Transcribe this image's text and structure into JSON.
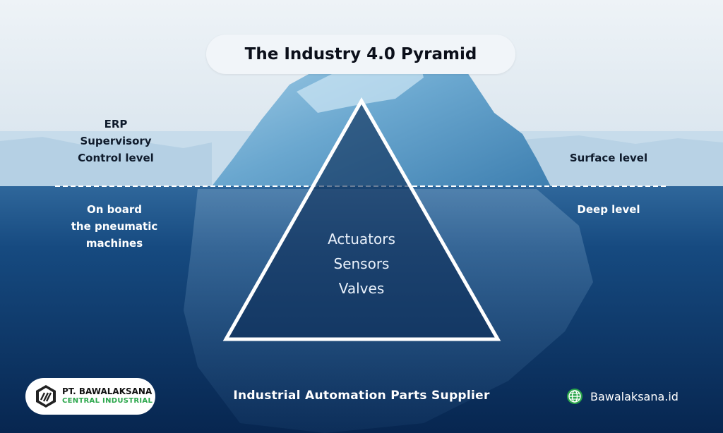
{
  "title": "The Industry 4.0 Pyramid",
  "left_top_label": [
    "ERP",
    "Supervisory",
    "Control level"
  ],
  "right_top_label": "Surface level",
  "left_bottom_label": [
    "On board",
    "the pneumatic",
    "machines"
  ],
  "right_bottom_label": "Deep level",
  "pyramid_items": [
    "Actuators",
    "Sensors",
    "Valves"
  ],
  "footer": {
    "company_line1": "PT. BAWALAKSANA",
    "company_line2": "CENTRAL INDUSTRIAL",
    "tagline": "Industrial Automation Parts Supplier",
    "website": "Bawalaksana.id"
  },
  "colors": {
    "sky": "#dde8f0",
    "water_surface": "#2f679b",
    "water_deep": "#0a2a55",
    "accent_green": "#2aa64a"
  },
  "icons": [
    "logo-mark-icon",
    "globe-icon"
  ]
}
